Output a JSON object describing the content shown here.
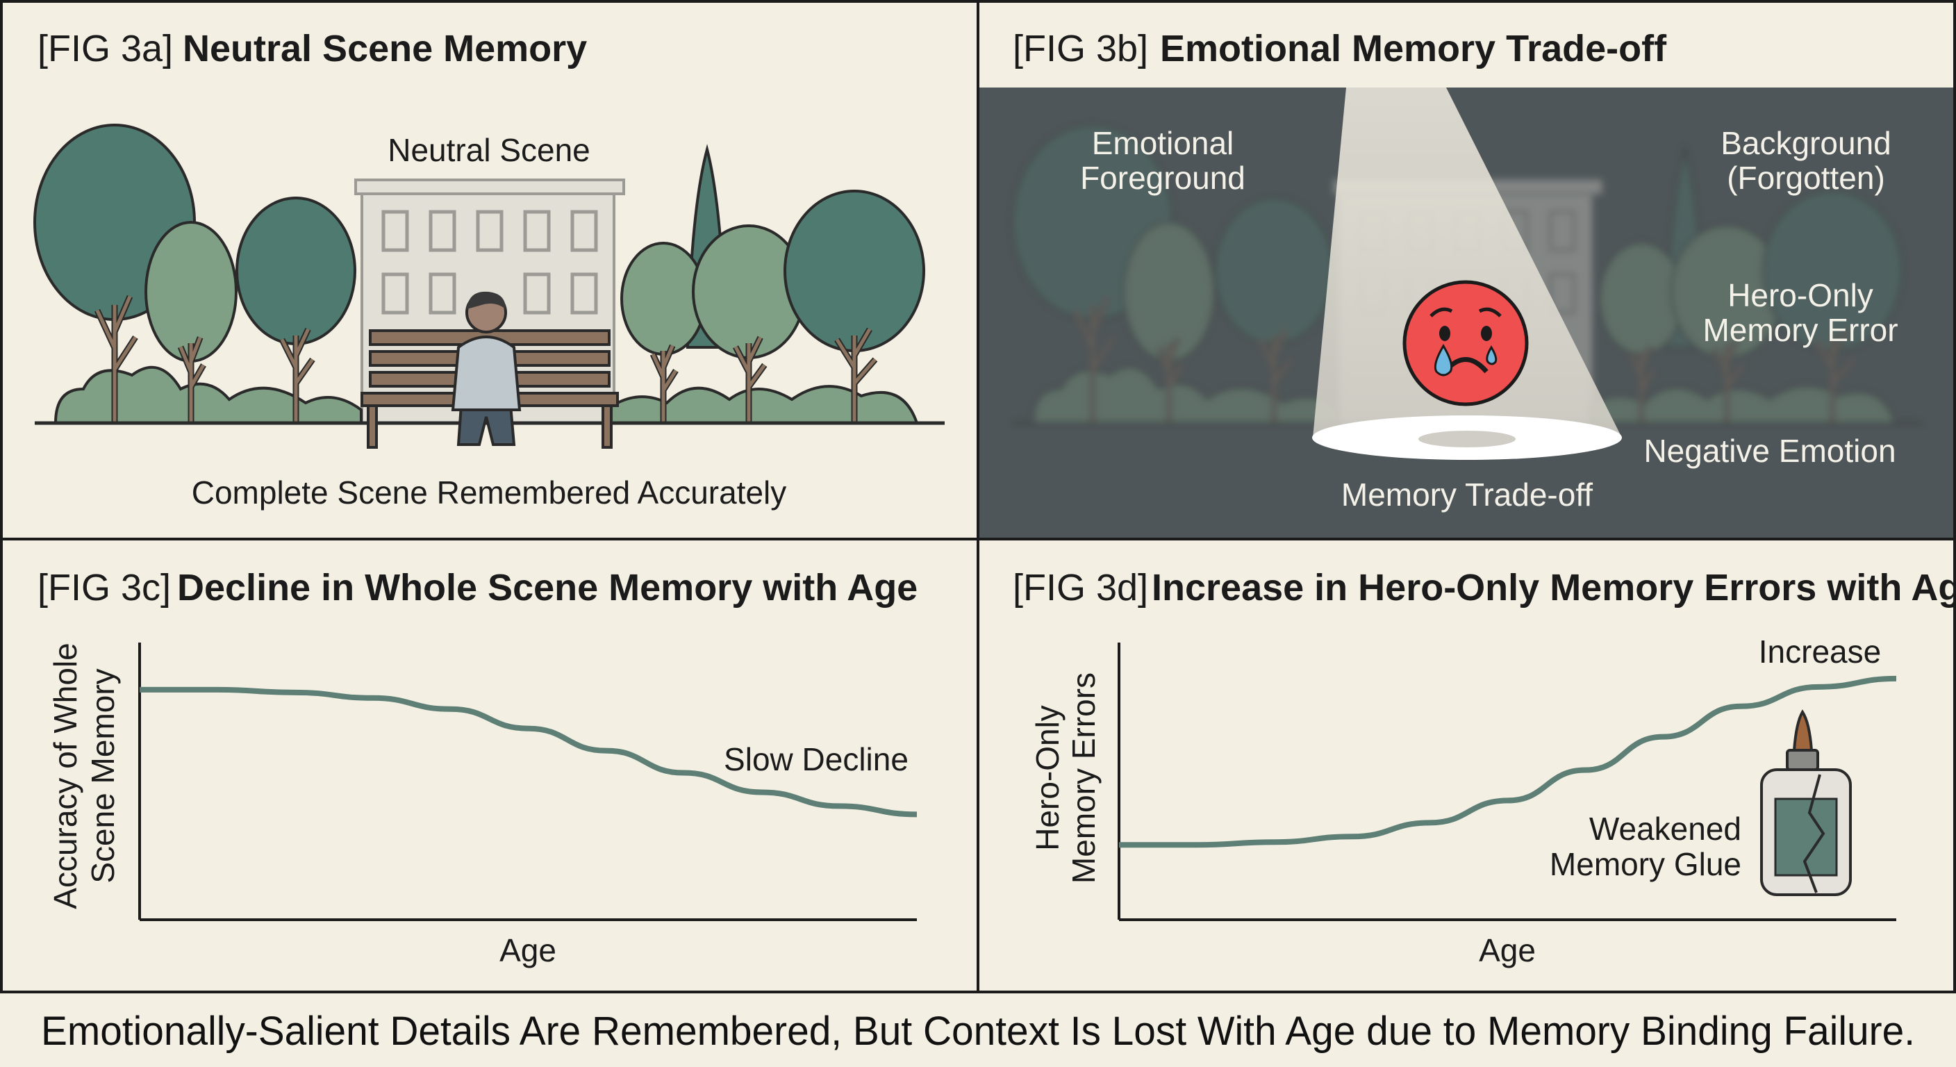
{
  "panels": {
    "a": {
      "tag": "[FIG 3a]",
      "title": "Neutral Scene Memory",
      "scene_label": "Neutral Scene",
      "caption": "Complete Scene Remembered Accurately"
    },
    "b": {
      "tag": "[FIG 3b]",
      "title": "Emotional Memory Trade-off",
      "labels": {
        "foreground_1": "Emotional",
        "foreground_2": "Foreground",
        "background_1": "Background",
        "background_2": "(Forgotten)",
        "error_1": "Hero-Only",
        "error_2": "Memory Error",
        "negative": "Negative Emotion",
        "tradeoff": "Memory Trade-off"
      },
      "icon": "crying-face-icon"
    },
    "c": {
      "tag": "[FIG 3c]",
      "title": "Decline in Whole Scene Memory with Age"
    },
    "d": {
      "tag": "[FIG 3d]",
      "title": "Increase in Hero-Only Memory Errors with Age",
      "glue_label_1": "Weakened",
      "glue_label_2": "Memory Glue",
      "icon": "glue-bottle-icon"
    }
  },
  "footer": {
    "caption": "Emotionally-Salient Details Are Remembered, But Context Is Lost With Age due to Memory Binding Failure."
  },
  "colors": {
    "background": "#f3efe3",
    "dark_panel": "#4f5659",
    "line": "#5d7f75",
    "face": "#ef4f4f",
    "tree_dark": "#4f7a70",
    "tree_light": "#7fa084"
  },
  "chart_data": [
    {
      "type": "line",
      "title": "Decline in Whole Scene Memory with Age",
      "xlabel": "Age",
      "ylabel_1": "Accuracy of Whole",
      "ylabel_2": "Scene Memory",
      "x": [
        0,
        1,
        2,
        3,
        4,
        5,
        6,
        7,
        8,
        9,
        10
      ],
      "ylim": [
        0,
        1
      ],
      "values": [
        0.83,
        0.83,
        0.82,
        0.8,
        0.76,
        0.69,
        0.61,
        0.53,
        0.46,
        0.41,
        0.38
      ],
      "annotation": "Slow Decline"
    },
    {
      "type": "line",
      "title": "Increase in Hero-Only Memory Errors with Age",
      "xlabel": "Age",
      "ylabel_1": "Hero-Only",
      "ylabel_2": "Memory Errors",
      "x": [
        0,
        1,
        2,
        3,
        4,
        5,
        6,
        7,
        8,
        9,
        10
      ],
      "ylim": [
        0,
        1
      ],
      "values": [
        0.27,
        0.27,
        0.28,
        0.3,
        0.35,
        0.43,
        0.54,
        0.66,
        0.77,
        0.84,
        0.87
      ],
      "annotation": "Increase"
    }
  ]
}
